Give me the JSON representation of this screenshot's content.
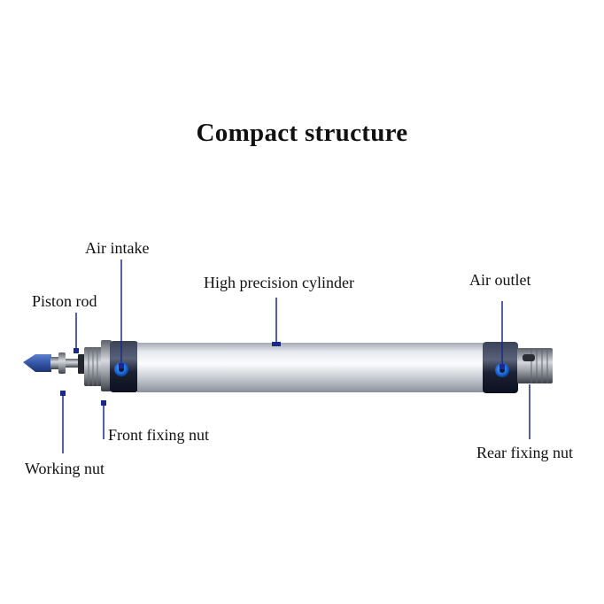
{
  "title": "Compact structure",
  "labels": {
    "air_intake": "Air intake",
    "piston_rod": "Piston rod",
    "cylinder": "High precision cylinder",
    "air_outlet": "Air outlet",
    "front_fixing_nut": "Front fixing nut",
    "working_nut": "Working nut",
    "rear_fixing_nut": "Rear fixing nut"
  },
  "colors": {
    "leader_line": "#1a2a8c",
    "port_blue": "#1f6fe0",
    "tip_blue": "#3b63b8",
    "cap_dark": "#1b2338",
    "barrel_light": "#eef0f3",
    "barrel_dark": "#8f96a0"
  }
}
